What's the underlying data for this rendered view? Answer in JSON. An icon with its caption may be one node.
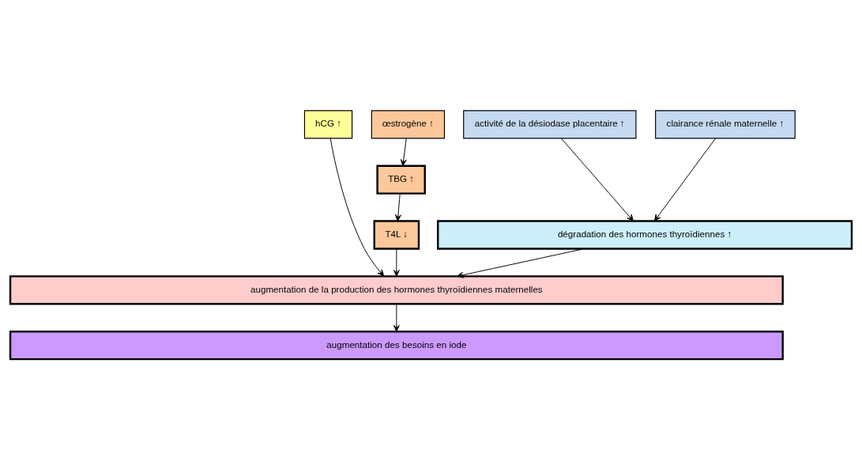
{
  "diagram": {
    "nodes": [
      {
        "text": [
          "hCG ↑"
        ]
      },
      {
        "text": [
          "œstrogène ↑"
        ]
      },
      {
        "text": [
          "activité de la désiodase placentaire ↑"
        ]
      },
      {
        "text": [
          "clairance rénale maternelle ↑"
        ]
      },
      {
        "text": [
          "TBG ↑"
        ]
      },
      {
        "text": [
          "T4L ↓"
        ]
      },
      {
        "text": [
          "dégradation des hormones thyroïdiennes ↑"
        ]
      },
      {
        "text": [
          "augmentation de la production des hormones thyroïdiennes maternelles"
        ]
      },
      {
        "text": [
          "augmentation des besoins en iode"
        ]
      }
    ],
    "edges": [
      {
        "from": 1,
        "to": 4,
        "arrow": "to"
      },
      {
        "from": 4,
        "to": 5,
        "arrow": "to"
      },
      {
        "from": 2,
        "to": 6,
        "arrow": "to"
      },
      {
        "from": 3,
        "to": 6,
        "arrow": "to"
      },
      {
        "from": 0,
        "to": 7,
        "arrow": "to"
      },
      {
        "from": 5,
        "to": 7,
        "arrow": "to"
      },
      {
        "from": 6,
        "to": 7,
        "arrow": "to"
      },
      {
        "from": 7,
        "to": 8,
        "arrow": "to"
      }
    ]
  }
}
